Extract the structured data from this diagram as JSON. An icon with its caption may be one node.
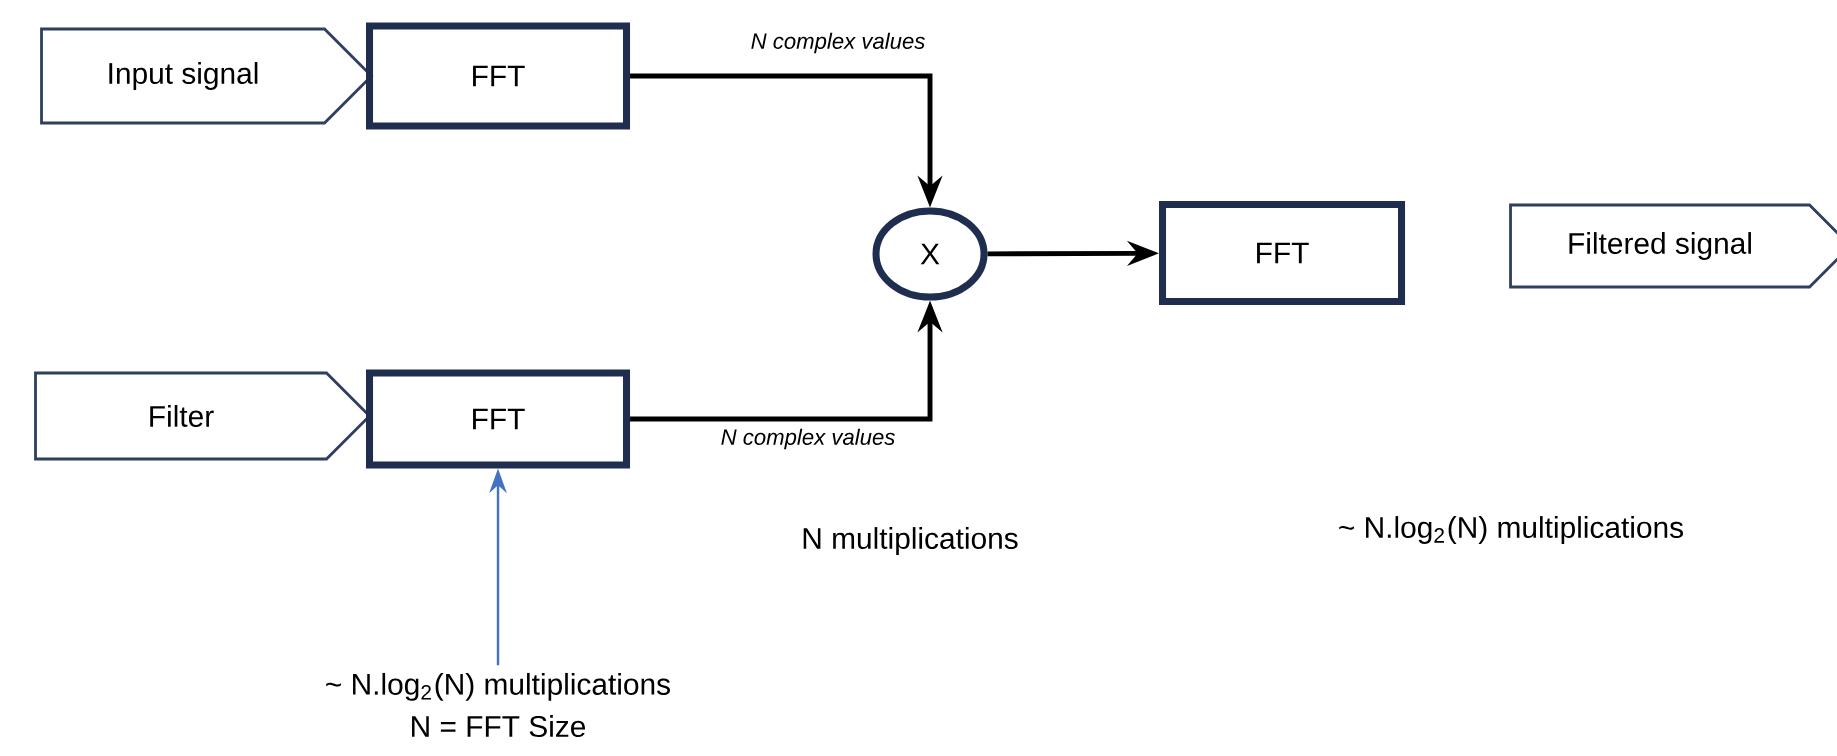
{
  "diagram": {
    "nodes": [
      {
        "text": [
          "Input signal"
        ]
      },
      {
        "text": [
          "FFT"
        ]
      },
      {
        "text": [
          "Filter"
        ]
      },
      {
        "text": [
          "FFT"
        ]
      },
      {
        "text": [
          "X"
        ]
      },
      {
        "text": [
          "FFT"
        ]
      },
      {
        "text": [
          "Filtered signal"
        ]
      },
      {
        "text": [
          "~ N.log$_{2}$(N) multiplications",
          "N = FFT Size"
        ]
      }
    ],
    "edges": [
      {
        "from": 1,
        "to": 4,
        "arrow": "to",
        "label": "N complex values"
      },
      {
        "from": 3,
        "to": 4,
        "arrow": "to",
        "label": "N complex values"
      },
      {
        "from": 4,
        "to": 5,
        "arrow": "to"
      },
      {
        "from": 7,
        "to": 3,
        "arrow": "to",
        "color": "#4472c4"
      }
    ],
    "labels": [
      "N multiplications",
      "~ N.log$_{2}$(N) multiplications"
    ]
  }
}
